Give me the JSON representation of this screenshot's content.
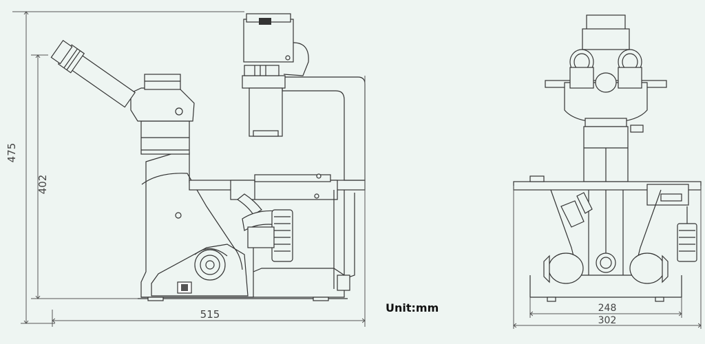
{
  "dimensions": {
    "side_total_height": "475",
    "side_base_height": "402",
    "side_length": "515",
    "front_inner_width": "248",
    "front_outer_width": "302"
  },
  "unit_label": "Unit:mm",
  "colors": {
    "background": "#eef5f2",
    "line": "#333333",
    "dimension_line": "#555555"
  }
}
